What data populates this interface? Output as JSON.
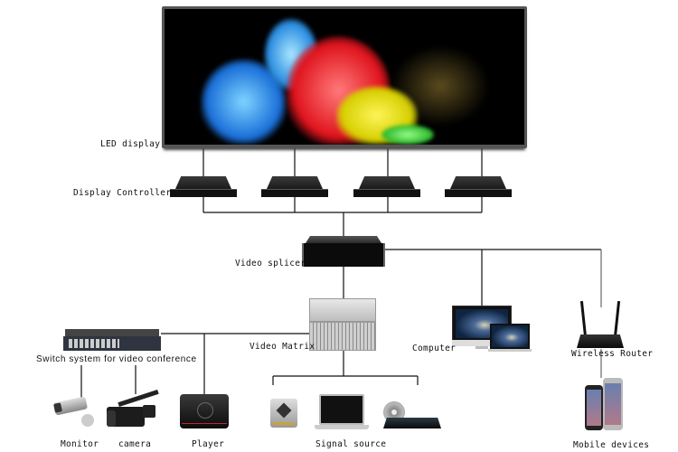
{
  "diagram": {
    "type": "network-topology",
    "nodes": [
      {
        "id": "led",
        "label": "LED display"
      },
      {
        "id": "controller",
        "label": "Display Controller",
        "count": 4
      },
      {
        "id": "splicer",
        "label": "Video splicer"
      },
      {
        "id": "matrix",
        "label": "Video Matrix"
      },
      {
        "id": "computer",
        "label": "Computer"
      },
      {
        "id": "router",
        "label": "Wireless Router"
      },
      {
        "id": "mobile",
        "label": "Mobile devices"
      },
      {
        "id": "switch",
        "label": "Switch system for video conference"
      },
      {
        "id": "monitor",
        "label": "Monitor"
      },
      {
        "id": "camera",
        "label": "camera"
      },
      {
        "id": "player",
        "label": "Player"
      },
      {
        "id": "signal",
        "label": "Signal source"
      }
    ],
    "edges": [
      [
        "led",
        "controller"
      ],
      [
        "controller",
        "splicer"
      ],
      [
        "splicer",
        "matrix"
      ],
      [
        "splicer",
        "computer"
      ],
      [
        "splicer",
        "router"
      ],
      [
        "router",
        "mobile"
      ],
      [
        "matrix",
        "switch"
      ],
      [
        "matrix",
        "player"
      ],
      [
        "switch",
        "monitor"
      ],
      [
        "switch",
        "camera"
      ],
      [
        "matrix",
        "signal"
      ]
    ]
  },
  "labels": {
    "led": "LED display",
    "controller": "Display Controller",
    "splicer": "Video splicer",
    "matrix": "Video Matrix",
    "computer": "Computer",
    "router": "Wireless Router",
    "mobile": "Mobile devices",
    "switch": "Switch system for video conference",
    "monitor": "Monitor",
    "camera": "camera",
    "player": "Player",
    "signal": "Signal source"
  },
  "colors": {
    "line": "#111111",
    "background": "#ffffff",
    "screen_frame": "#555555"
  }
}
